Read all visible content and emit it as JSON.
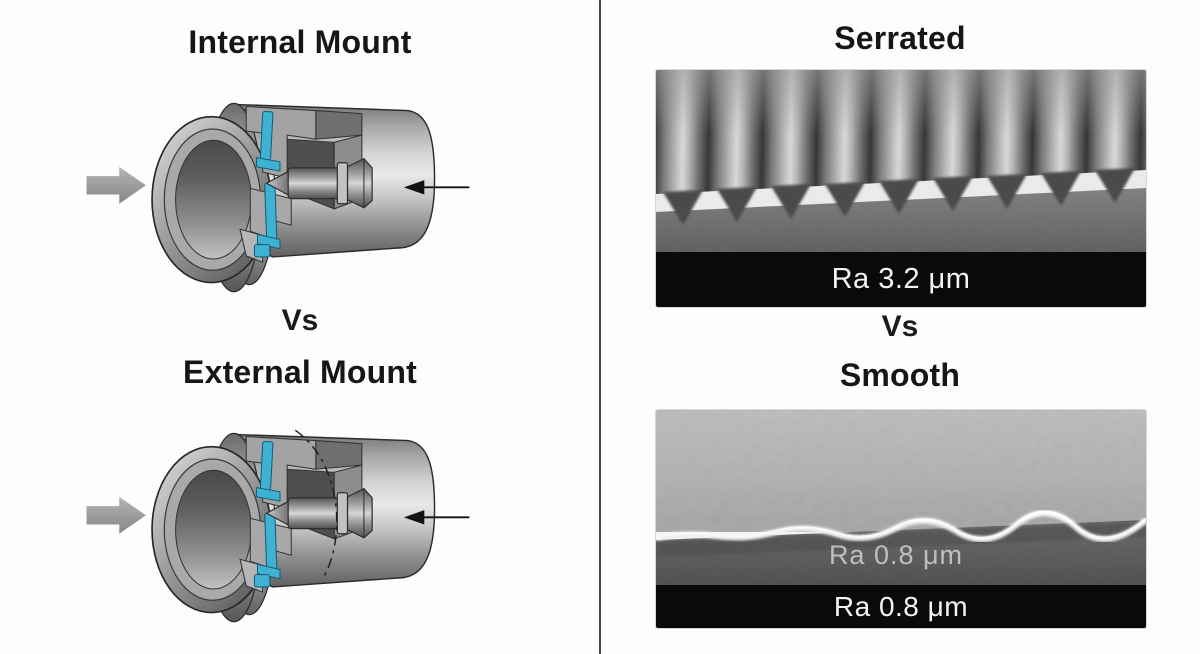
{
  "accent_colors": {
    "highlight_teal": "#3fb1d2",
    "metal_gray": "#9c9c9c",
    "caption_bar_bg": "#0a0a0a",
    "caption_text": "#f4f4f4",
    "title_text": "#161616",
    "divider": "#474747"
  },
  "left_panel": {
    "top_title": "Internal Mount",
    "vs_label": "Vs",
    "bottom_title": "External Mount",
    "icons": {
      "insertion_arrow": "insertion-arrow-icon",
      "pointer_arrow": "pointer-arrow-icon",
      "centerline": "centerline-dash-icon"
    }
  },
  "right_panel": {
    "top_title": "Serrated",
    "top_caption": "Ra 3.2 μm",
    "vs_label": "Vs",
    "bottom_title": "Smooth",
    "bottom_ghost_text": "Ra 0.8 μm",
    "bottom_caption": "Ra 0.8 μm"
  }
}
